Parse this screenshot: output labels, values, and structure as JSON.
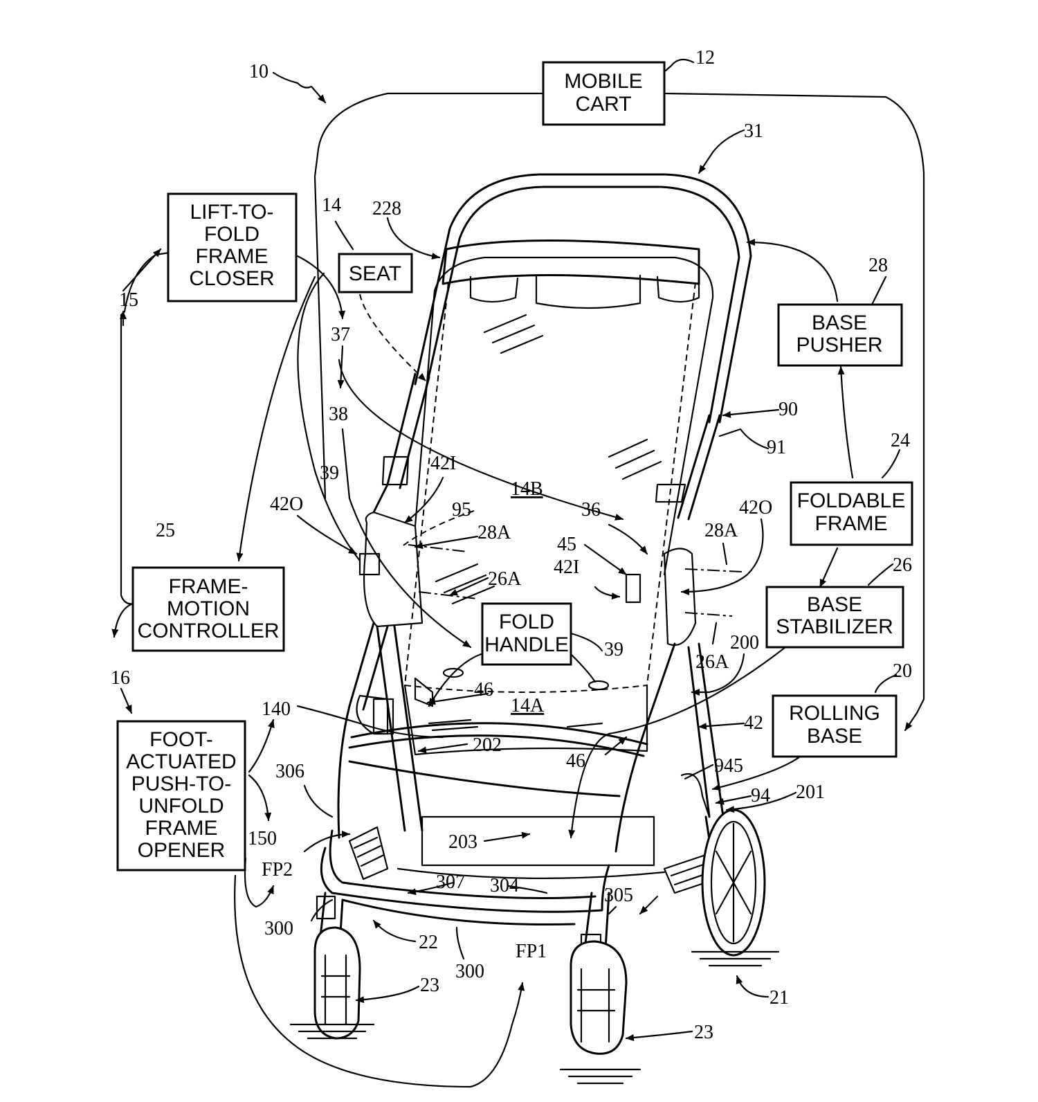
{
  "boxes": {
    "mobile_cart": [
      "MOBILE",
      "CART"
    ],
    "seat": [
      "SEAT"
    ],
    "lift_to_fold": [
      "LIFT-TO-",
      "FOLD",
      "FRAME",
      "CLOSER"
    ],
    "base_pusher": [
      "BASE",
      "PUSHER"
    ],
    "foldable_frame": [
      "FOLDABLE",
      "FRAME"
    ],
    "base_stabilizer": [
      "BASE",
      "STABILIZER"
    ],
    "rolling_base": [
      "ROLLING",
      "BASE"
    ],
    "frame_motion": [
      "FRAME-",
      "MOTION",
      "CONTROLLER"
    ],
    "fold_handle": [
      "FOLD",
      "HANDLE"
    ],
    "foot_actuated": [
      "FOOT-",
      "ACTUATED",
      "PUSH-TO-",
      "UNFOLD",
      "FRAME",
      "OPENER"
    ]
  },
  "refs": {
    "r10": "10",
    "r12": "12",
    "r31": "31",
    "r14": "14",
    "r228": "228",
    "r15": "15",
    "r37": "37",
    "r38": "38",
    "r39a": "39",
    "r39b": "39",
    "r28": "28",
    "r90": "90",
    "r91": "91",
    "r24": "24",
    "r42I_a": "42I",
    "r42O_a": "42O",
    "r95": "95",
    "r14B": "14B",
    "r36": "36",
    "r42O_b": "42O",
    "r28A_a": "28A",
    "r28A_b": "28A",
    "r25": "25",
    "r45": "45",
    "r42I_b": "42I",
    "r26": "26",
    "r26A_a": "26A",
    "r26A_b": "26A",
    "r200": "200",
    "r16": "16",
    "r46a": "46",
    "r14A": "14A",
    "r20": "20",
    "r140": "140",
    "r202": "202",
    "r42": "42",
    "r46b": "46",
    "r306": "306",
    "r945": "945",
    "r94": "94",
    "r201": "201",
    "r150": "150",
    "r203": "203",
    "r307": "307",
    "r304": "304",
    "r305": "305",
    "rFP2": "FP2",
    "r300a": "300",
    "r22": "22",
    "r300b": "300",
    "rFP1": "FP1",
    "r23a": "23",
    "r21": "21",
    "r23b": "23"
  }
}
